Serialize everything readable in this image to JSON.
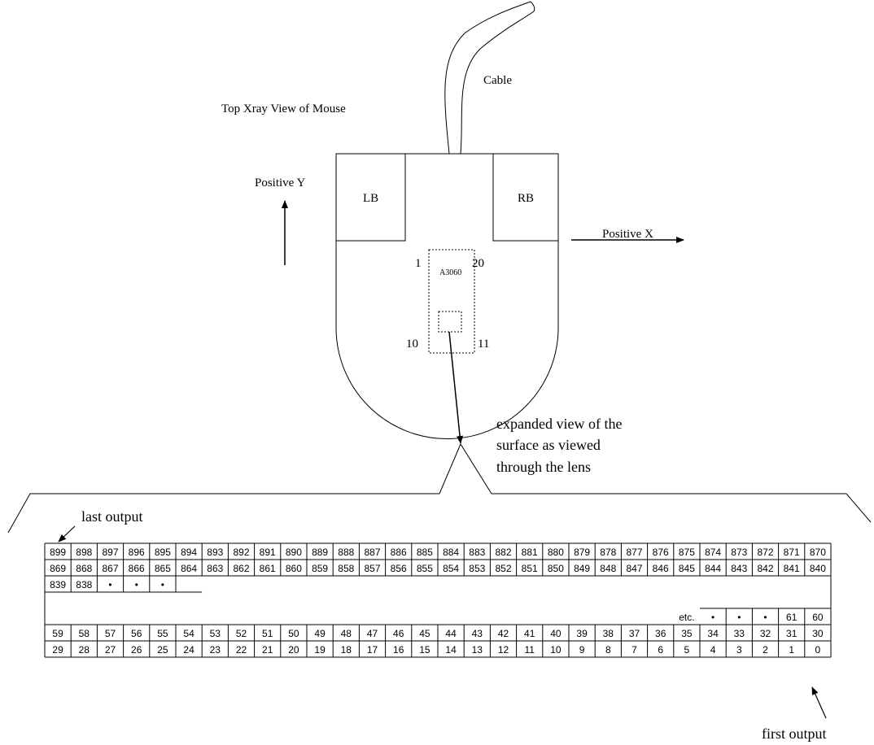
{
  "labels": {
    "cable": "Cable",
    "title": "Top Xray View of Mouse",
    "positive_y": "Positive Y",
    "positive_x": "Positive X",
    "left_button": "LB",
    "right_button": "RB",
    "chip": "A3060",
    "pin_1": "1",
    "pin_20": "20",
    "pin_10": "10",
    "pin_11": "11",
    "expanded_line1": "expanded view of the",
    "expanded_line2": "surface as viewed",
    "expanded_line3": "through the lens",
    "last_output": "last output",
    "first_output": "first output",
    "etc": "etc.",
    "ellipsis_dot": "•"
  },
  "pixel_grid": {
    "rows": [
      [
        "899",
        "898",
        "897",
        "896",
        "895",
        "894",
        "893",
        "892",
        "891",
        "890",
        "889",
        "888",
        "887",
        "886",
        "885",
        "884",
        "883",
        "882",
        "881",
        "880",
        "879",
        "878",
        "877",
        "876",
        "875",
        "874",
        "873",
        "872",
        "871",
        "870"
      ],
      [
        "869",
        "868",
        "867",
        "866",
        "865",
        "864",
        "863",
        "862",
        "861",
        "860",
        "859",
        "858",
        "857",
        "856",
        "855",
        "854",
        "853",
        "852",
        "851",
        "850",
        "849",
        "848",
        "847",
        "846",
        "845",
        "844",
        "843",
        "842",
        "841",
        "840"
      ],
      [
        "839",
        "838",
        "•",
        "•",
        "•",
        "",
        "",
        "",
        "",
        "",
        "",
        "",
        "",
        "",
        "",
        "",
        "",
        "",
        "",
        "",
        "",
        "",
        "",
        "",
        "",
        "",
        "",
        "",
        "",
        ""
      ],
      [
        "",
        "",
        "",
        "",
        "",
        "",
        "",
        "",
        "",
        "",
        "",
        "",
        "",
        "",
        "",
        "",
        "",
        "",
        "",
        "",
        "",
        "",
        "",
        "",
        "etc.",
        "•",
        "•",
        "•",
        "61",
        "60"
      ],
      [
        "59",
        "58",
        "57",
        "56",
        "55",
        "54",
        "53",
        "52",
        "51",
        "50",
        "49",
        "48",
        "47",
        "46",
        "45",
        "44",
        "43",
        "42",
        "41",
        "40",
        "39",
        "38",
        "37",
        "36",
        "35",
        "34",
        "33",
        "32",
        "31",
        "30"
      ],
      [
        "29",
        "28",
        "27",
        "26",
        "25",
        "24",
        "23",
        "22",
        "21",
        "20",
        "19",
        "18",
        "17",
        "16",
        "15",
        "14",
        "13",
        "12",
        "11",
        "10",
        "9",
        "8",
        "7",
        "6",
        "5",
        "4",
        "3",
        "2",
        "1",
        "0"
      ]
    ]
  }
}
